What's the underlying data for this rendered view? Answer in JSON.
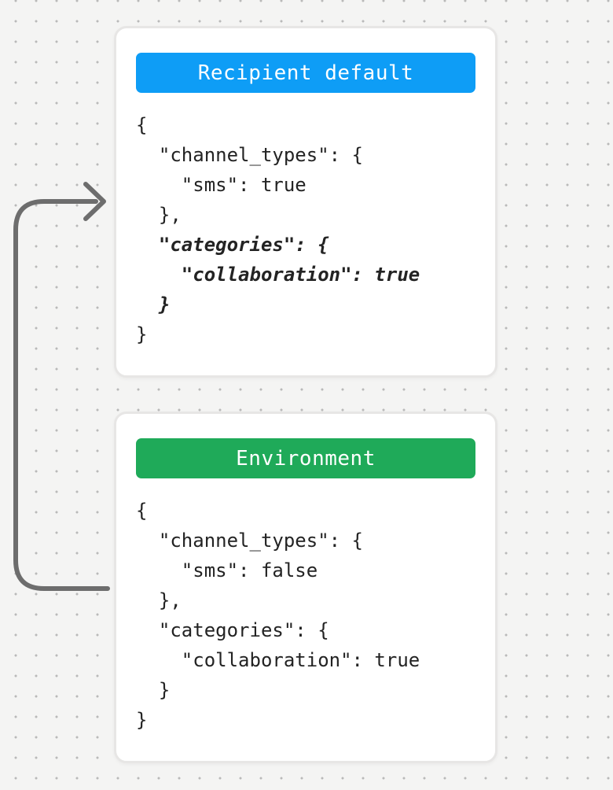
{
  "canvas": {
    "background_color": "#f4f4f3",
    "dot_color": "#b9b9b9"
  },
  "arrow": {
    "description": "curved connector from environment card to recipient default card",
    "color": "#6d6d6d"
  },
  "cards": [
    {
      "title": "Recipient default",
      "accent_color": "#0e9df6",
      "lines": [
        {
          "text": "{",
          "em": false
        },
        {
          "text": "  \"channel_types\": {",
          "em": false
        },
        {
          "text": "    \"sms\": true",
          "em": false
        },
        {
          "text": "  },",
          "em": false
        },
        {
          "text": "  \"categories\": {",
          "em": true
        },
        {
          "text": "    \"collaboration\": true",
          "em": true
        },
        {
          "text": "  }",
          "em": true
        },
        {
          "text": "}",
          "em": false
        }
      ]
    },
    {
      "title": "Environment",
      "accent_color": "#1faa59",
      "lines": [
        {
          "text": "{",
          "em": false
        },
        {
          "text": "  \"channel_types\": {",
          "em": false
        },
        {
          "text": "    \"sms\": false",
          "em": false
        },
        {
          "text": "  },",
          "em": false
        },
        {
          "text": "  \"categories\": {",
          "em": false
        },
        {
          "text": "    \"collaboration\": true",
          "em": false
        },
        {
          "text": "  }",
          "em": false
        },
        {
          "text": "}",
          "em": false
        }
      ]
    }
  ]
}
